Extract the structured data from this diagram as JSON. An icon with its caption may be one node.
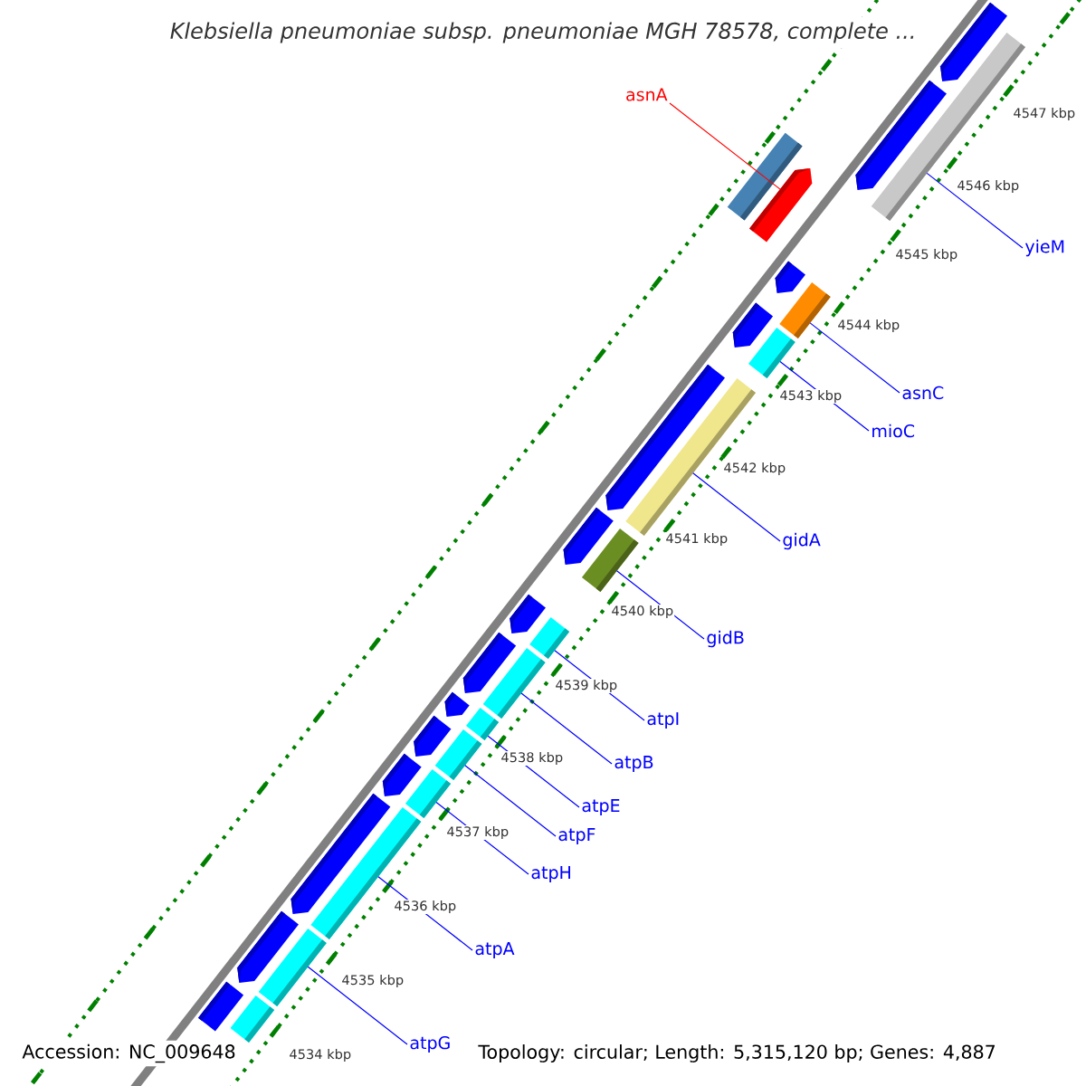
{
  "diagram": {
    "title": "Klebsiella pneumoniae subsp. pneumoniae MGH 78578, complete ...",
    "nodes": [
      {
        "text": [],
        "shape": "box"
      },
      {
        "text": [],
        "shape": "arrow"
      },
      {
        "text": [],
        "shape": "arrow"
      },
      {
        "text": [],
        "shape": "arrow"
      },
      {
        "text": [],
        "shape": "box"
      },
      {
        "text": [],
        "shape": "arrow"
      },
      {
        "text": [],
        "shape": "box"
      },
      {
        "text": [],
        "shape": "arrow"
      },
      {
        "text": [],
        "shape": "box"
      },
      {
        "text": [],
        "shape": "arrow"
      },
      {
        "text": [],
        "shape": "box"
      },
      {
        "text": [],
        "shape": "arrow"
      },
      {
        "text": [],
        "shape": "box"
      },
      {
        "text": [],
        "shape": "arrow"
      },
      {
        "text": [],
        "shape": "box"
      },
      {
        "text": [],
        "shape": "arrow"
      },
      {
        "text": [],
        "shape": "box"
      },
      {
        "text": [],
        "shape": "arrow"
      },
      {
        "text": [],
        "shape": "box"
      },
      {
        "text": [],
        "shape": "arrow"
      },
      {
        "text": [],
        "shape": "box"
      },
      {
        "text": [],
        "shape": "arrow"
      },
      {
        "text": [],
        "shape": "box"
      },
      {
        "text": [],
        "shape": "arrow"
      },
      {
        "text": [],
        "shape": "box"
      },
      {
        "text": [],
        "shape": "arrow"
      },
      {
        "text": [],
        "shape": "box"
      },
      {
        "text": [],
        "shape": "arrow"
      },
      {
        "text": [],
        "shape": "box"
      },
      {
        "text": [
          "asnA"
        ]
      },
      {
        "text": [
          "yieM"
        ]
      },
      {
        "text": [
          "asnC"
        ]
      },
      {
        "text": [
          "mioC"
        ]
      },
      {
        "text": [
          "gidA"
        ]
      },
      {
        "text": [
          "gidB"
        ]
      },
      {
        "text": [
          "atpI"
        ]
      },
      {
        "text": [
          "atpB"
        ]
      },
      {
        "text": [
          "atpE"
        ]
      },
      {
        "text": [
          "atpF"
        ]
      },
      {
        "text": [
          "atpH"
        ]
      },
      {
        "text": [
          "atpA"
        ]
      },
      {
        "text": [
          "atpG"
        ]
      }
    ],
    "edges": [
      {
        "from": 29,
        "to": 1,
        "arrow": "none",
        "color": "#ff0000"
      },
      {
        "from": 30,
        "to": 4,
        "arrow": "none"
      },
      {
        "from": 31,
        "to": 6,
        "arrow": "none"
      },
      {
        "from": 32,
        "to": 8,
        "arrow": "none"
      },
      {
        "from": 33,
        "to": 10,
        "arrow": "none"
      },
      {
        "from": 34,
        "to": 12,
        "arrow": "none"
      },
      {
        "from": 35,
        "to": 14,
        "arrow": "none"
      },
      {
        "from": 36,
        "to": 16,
        "arrow": "none"
      },
      {
        "from": 37,
        "to": 18,
        "arrow": "none"
      },
      {
        "from": 38,
        "to": 20,
        "arrow": "none"
      },
      {
        "from": 39,
        "to": 22,
        "arrow": "none"
      },
      {
        "from": 40,
        "to": 24,
        "arrow": "none"
      },
      {
        "from": 41,
        "to": 26,
        "arrow": "none"
      }
    ],
    "labels": [
      "4547 kbp",
      "4546 kbp",
      "4545 kbp",
      "4544 kbp",
      "4543 kbp",
      "4542 kbp",
      "4541 kbp",
      "4540 kbp",
      "4539 kbp",
      "4538 kbp",
      "4537 kbp",
      "4536 kbp",
      "4535 kbp",
      "4534 kbp",
      "Accession: NC_009648",
      "Topology: circular; Length: 5,315,120 bp; Genes: 4,887"
    ]
  }
}
